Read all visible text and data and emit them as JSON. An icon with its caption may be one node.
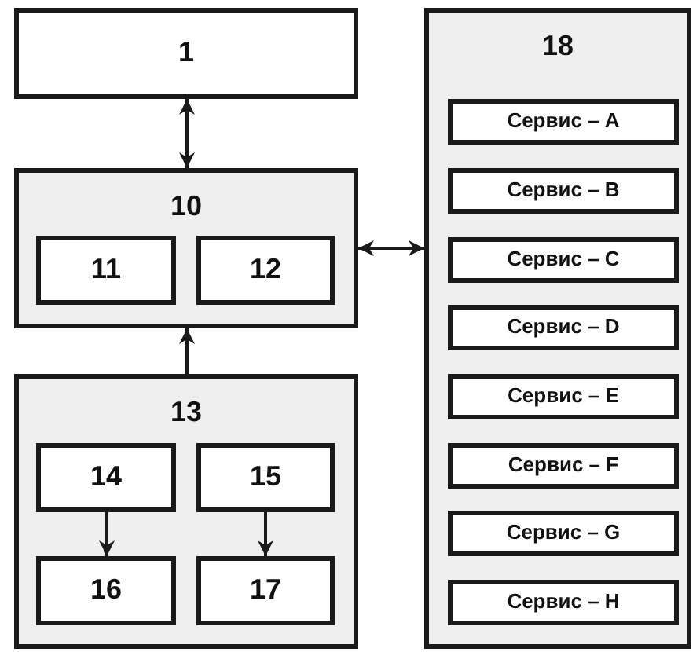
{
  "diagram": {
    "nodes": [
      {
        "text": [
          "1"
        ]
      },
      {
        "text": [
          "10"
        ]
      },
      {
        "text": [
          "11"
        ],
        "in": 1
      },
      {
        "text": [
          "12"
        ],
        "in": 1
      },
      {
        "text": [
          "13"
        ]
      },
      {
        "text": [
          "14"
        ],
        "in": 4
      },
      {
        "text": [
          "15"
        ],
        "in": 4
      },
      {
        "text": [
          "16"
        ],
        "in": 4
      },
      {
        "text": [
          "17"
        ],
        "in": 4
      },
      {
        "text": [
          "18"
        ]
      },
      {
        "text": [
          "Сервис – A"
        ],
        "in": 9
      },
      {
        "text": [
          "Сервис – B"
        ],
        "in": 9
      },
      {
        "text": [
          "Сервис – C"
        ],
        "in": 9
      },
      {
        "text": [
          "Сервис – D"
        ],
        "in": 9
      },
      {
        "text": [
          "Сервис – E"
        ],
        "in": 9
      },
      {
        "text": [
          "Сервис – F"
        ],
        "in": 9
      },
      {
        "text": [
          "Сервис – G"
        ],
        "in": 9
      },
      {
        "text": [
          "Сервис – H"
        ],
        "in": 9
      }
    ],
    "edges": [
      {
        "from": 0,
        "to": 1,
        "arrow": "both"
      },
      {
        "from": 1,
        "to": 9,
        "arrow": "both"
      },
      {
        "from": 4,
        "to": 1,
        "arrow": "to"
      },
      {
        "from": 5,
        "to": 7,
        "arrow": "to"
      },
      {
        "from": 6,
        "to": 8,
        "arrow": "to"
      }
    ]
  }
}
